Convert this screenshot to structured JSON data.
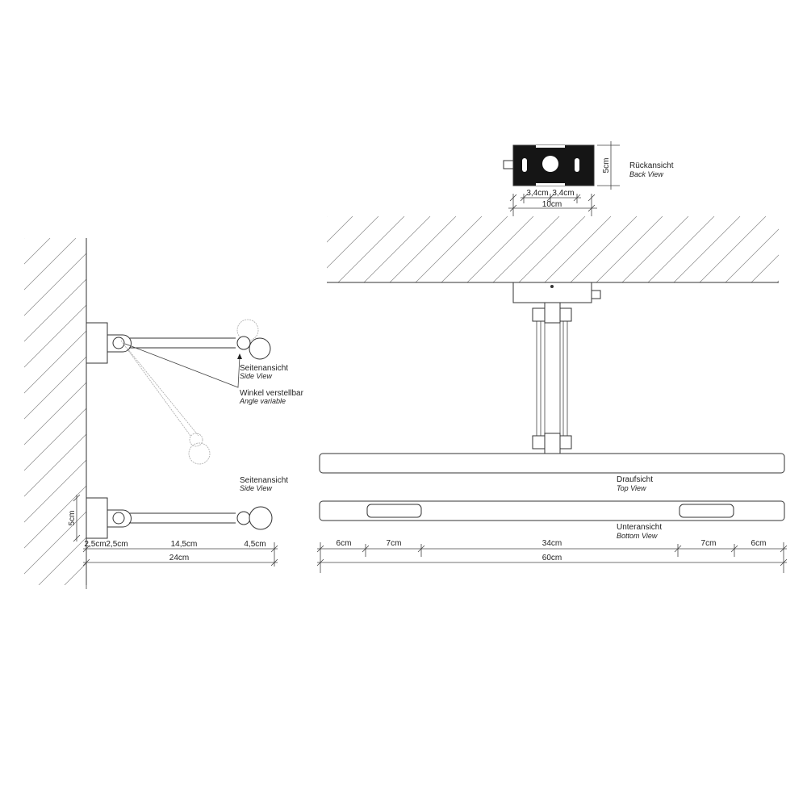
{
  "back_view": {
    "title_de": "Rückansicht",
    "title_en": "Back View",
    "height": "5cm",
    "offset_left": "3,4cm",
    "offset_right": "3,4cm",
    "width": "10cm"
  },
  "side_view_adjustable": {
    "title_de": "Seitenansicht",
    "title_en": "Side View",
    "note_de": "Winkel verstellbar",
    "note_en": "Angle variable"
  },
  "side_view": {
    "title_de": "Seitenansicht",
    "title_en": "Side View",
    "height": "5cm",
    "dims": [
      "2,5cm",
      "2,5cm",
      "14,5cm",
      "4,5cm"
    ],
    "total": "24cm"
  },
  "top_view": {
    "title_de": "Draufsicht",
    "title_en": "Top View"
  },
  "bottom_view": {
    "title_de": "Unteransicht",
    "title_en": "Bottom View",
    "dims": [
      "6cm",
      "7cm",
      "34cm",
      "7cm",
      "6cm"
    ],
    "total": "60cm"
  }
}
